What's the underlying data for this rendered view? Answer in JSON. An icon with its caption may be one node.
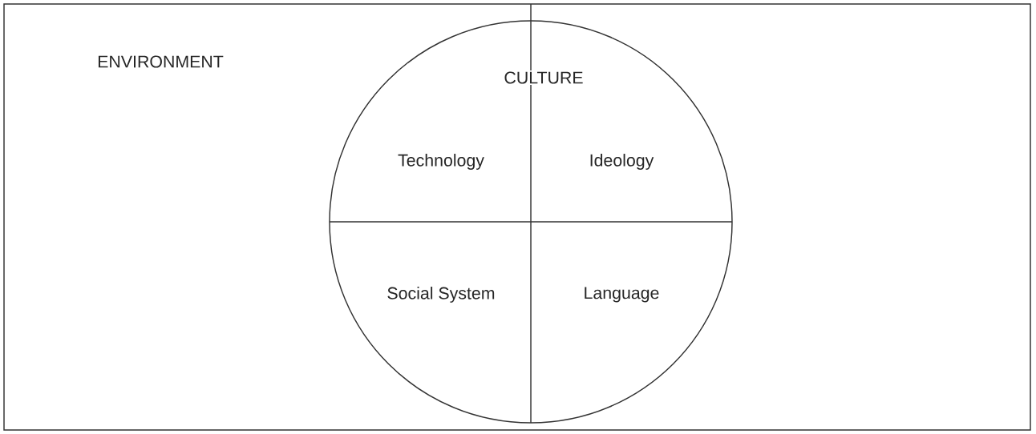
{
  "diagram": {
    "nodes": [
      {
        "text": [
          "ENVIRONMENT"
        ]
      },
      {
        "text": [
          "CULTURE"
        ],
        "in": 0
      },
      {
        "text": [
          "Technology"
        ],
        "in": 1
      },
      {
        "text": [
          "Ideology"
        ],
        "in": 1
      },
      {
        "text": [
          "Social System"
        ],
        "in": 1
      },
      {
        "text": [
          "Language"
        ],
        "in": 1
      }
    ]
  }
}
